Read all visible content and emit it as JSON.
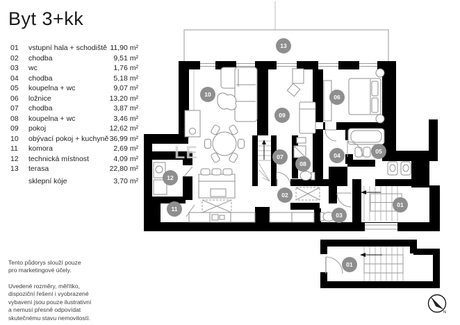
{
  "title": "Byt 3+kk",
  "legend": {
    "rows": [
      {
        "num": "01",
        "name": "vstupní hala + schodiště",
        "area": "11,90 m²"
      },
      {
        "num": "02",
        "name": "chodba",
        "area": "9,51 m²"
      },
      {
        "num": "03",
        "name": "wc",
        "area": "1,76 m²"
      },
      {
        "num": "04",
        "name": "chodba",
        "area": "5,18 m²"
      },
      {
        "num": "05",
        "name": "koupelna + wc",
        "area": "9,07 m²"
      },
      {
        "num": "06",
        "name": "ložnice",
        "area": "13,20 m²"
      },
      {
        "num": "07",
        "name": "chodba",
        "area": "3,87 m²"
      },
      {
        "num": "08",
        "name": "koupelna + wc",
        "area": "3,46 m²"
      },
      {
        "num": "09",
        "name": "pokoj",
        "area": "12,62 m²"
      },
      {
        "num": "10",
        "name": "obývací pokoj + kuchyně",
        "area": "36,99 m²"
      },
      {
        "num": "11",
        "name": "komora",
        "area": "2,69 m²"
      },
      {
        "num": "12",
        "name": "technická místnost",
        "area": "4,09 m²"
      },
      {
        "num": "13",
        "name": "terasa",
        "area": "22,80 m²"
      },
      {
        "num": "",
        "name": "sklepní kóje",
        "area": "3,70 m²"
      }
    ]
  },
  "disclaimer": {
    "p1": "Tento půdorys slouží pouze\npro marketingové účely.",
    "p2": "Uvedené rozměry, měřítko,\ndispoziční řešení i vyobrazené\nvybavení jsou pouze ilustrativní\na nemusí přesně odpovídat\nskutečnému stavu nemovitostí."
  },
  "plan": {
    "room_labels": [
      "13",
      "10",
      "09",
      "06",
      "05",
      "07",
      "08",
      "04",
      "02",
      "03",
      "12",
      "11",
      "01",
      "01"
    ],
    "compass_label": "N",
    "watermark": "LE",
    "colors": {
      "wall": "#000000",
      "room_circle": "#8e8e8e",
      "furniture_stroke": "#8f8f8f",
      "terrace_outline": "#9a9a9a"
    }
  }
}
